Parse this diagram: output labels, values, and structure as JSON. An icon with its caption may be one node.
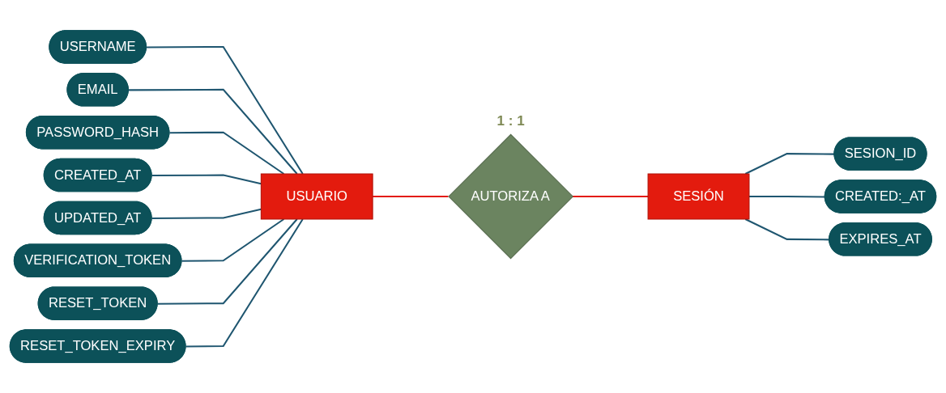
{
  "diagram": {
    "nodes": [
      {
        "text": [
          "USERNAME"
        ]
      },
      {
        "text": [
          "EMAIL"
        ]
      },
      {
        "text": [
          "PASSWORD_HASH"
        ]
      },
      {
        "text": [
          "CREATED_AT"
        ]
      },
      {
        "text": [
          "UPDATED_AT"
        ]
      },
      {
        "text": [
          "VERIFICATION_TOKEN"
        ]
      },
      {
        "text": [
          "RESET_TOKEN"
        ]
      },
      {
        "text": [
          "RESET_TOKEN_EXPIRY"
        ]
      },
      {
        "text": [
          "USUARIO"
        ]
      },
      {
        "text": [
          "AUTORIZA A"
        ],
        "beside": [
          "1 : 1"
        ]
      },
      {
        "text": [
          "SESIÓN"
        ]
      },
      {
        "text": [
          "SESION_ID"
        ]
      },
      {
        "text": [
          "CREATED:_AT"
        ]
      },
      {
        "text": [
          "EXPIRES_AT"
        ]
      }
    ],
    "edges": [
      {
        "from": 0,
        "to": 8,
        "arrow": "none"
      },
      {
        "from": 1,
        "to": 8,
        "arrow": "none"
      },
      {
        "from": 2,
        "to": 8,
        "arrow": "none"
      },
      {
        "from": 3,
        "to": 8,
        "arrow": "none"
      },
      {
        "from": 4,
        "to": 8,
        "arrow": "none"
      },
      {
        "from": 5,
        "to": 8,
        "arrow": "none"
      },
      {
        "from": 6,
        "to": 8,
        "arrow": "none"
      },
      {
        "from": 7,
        "to": 8,
        "arrow": "none"
      },
      {
        "from": 8,
        "to": 9,
        "arrow": "none",
        "color": "#e31b0e"
      },
      {
        "from": 9,
        "to": 10,
        "arrow": "none",
        "color": "#e31b0e"
      },
      {
        "from": 10,
        "to": 11,
        "arrow": "none"
      },
      {
        "from": 10,
        "to": 12,
        "arrow": "none"
      },
      {
        "from": 10,
        "to": 13,
        "arrow": "none"
      }
    ]
  }
}
